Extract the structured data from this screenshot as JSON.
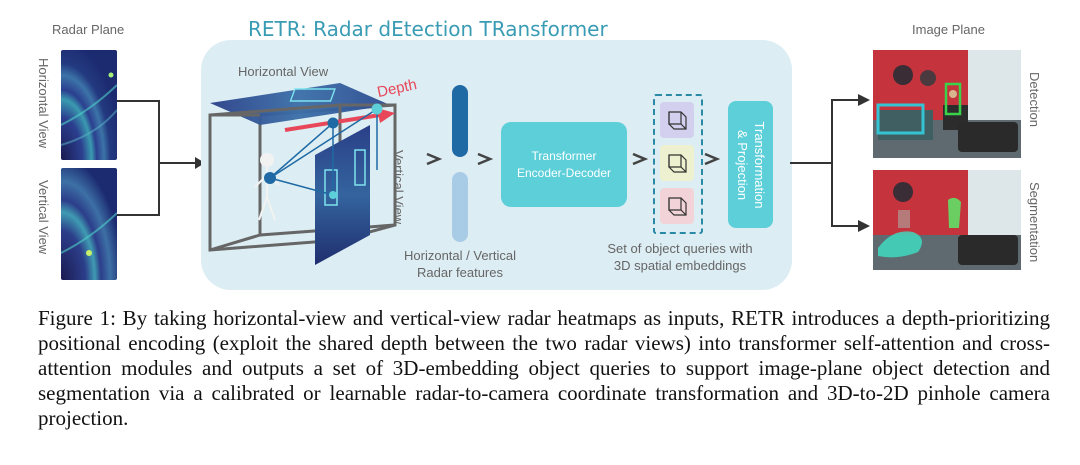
{
  "title": "RETR: Radar dEtection TRansformer",
  "radar_plane": {
    "label": "Radar Plane",
    "horizontal_view_label": "Horizontal View",
    "vertical_view_label": "Vertical View"
  },
  "cube": {
    "horizontal_view_label": "Horizontal View",
    "vertical_view_label": "Vertical View",
    "depth_label": "Depth"
  },
  "features_label_line1": "Horizontal / Vertical",
  "features_label_line2": "Radar features",
  "transformer_line1": "Transformer",
  "transformer_line2": "Encoder-Decoder",
  "queries_label_line1": "Set of object queries with",
  "queries_label_line2": "3D spatial embeddings",
  "transformation_line1": "Transformation",
  "transformation_line2": "& Projection",
  "image_plane": {
    "label": "Image Plane",
    "detection_label": "Detection",
    "segmentation_label": "Segmentation"
  },
  "caption": "Figure 1: By taking horizontal-view and vertical-view radar heatmaps as inputs, RETR introduces a depth-prioritizing positional encoding (exploit the shared depth between the two radar views) into transformer self-attention and cross-attention modules and outputs a set of 3D-embedding object queries to support image-plane object detection and segmentation via a calibrated or learnable radar-to-camera coordinate transformation and 3D-to-2D pinhole camera projection.",
  "colors": {
    "accent_teal": "#5ccfd9",
    "panel_bg": "#dcedf3",
    "title_color": "#3a9cb4",
    "depth_red": "#e8475a",
    "feature_dark": "#1f6aa5",
    "feature_light": "#a9cce6"
  },
  "icons": [
    "arrow-right-icon",
    "cube-query-icon",
    "person-icon"
  ]
}
